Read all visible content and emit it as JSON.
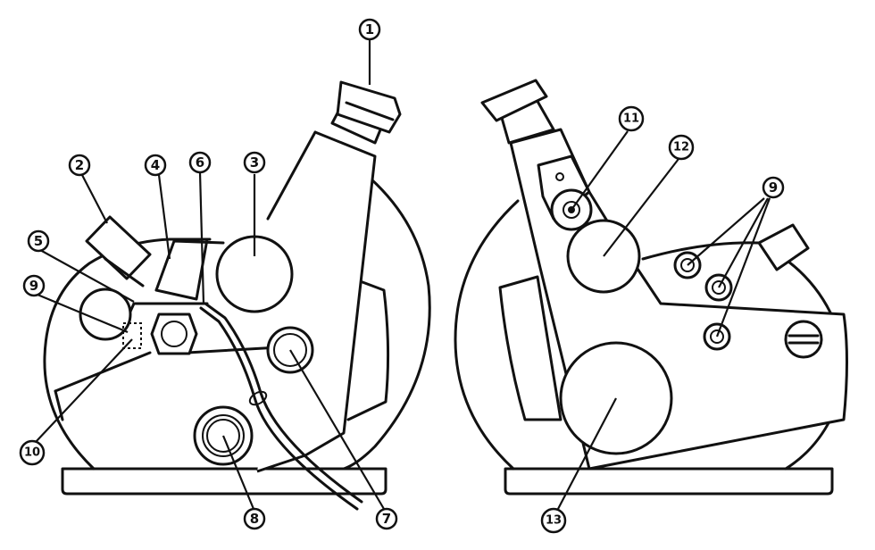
{
  "callouts": {
    "c1": "1",
    "c2": "2",
    "c3": "3",
    "c4": "4",
    "c5": "5",
    "c6": "6",
    "c7": "7",
    "c8": "8",
    "c9_left": "9",
    "c9_right": "9",
    "c10": "10",
    "c11": "11",
    "c12": "12",
    "c13": "13"
  }
}
